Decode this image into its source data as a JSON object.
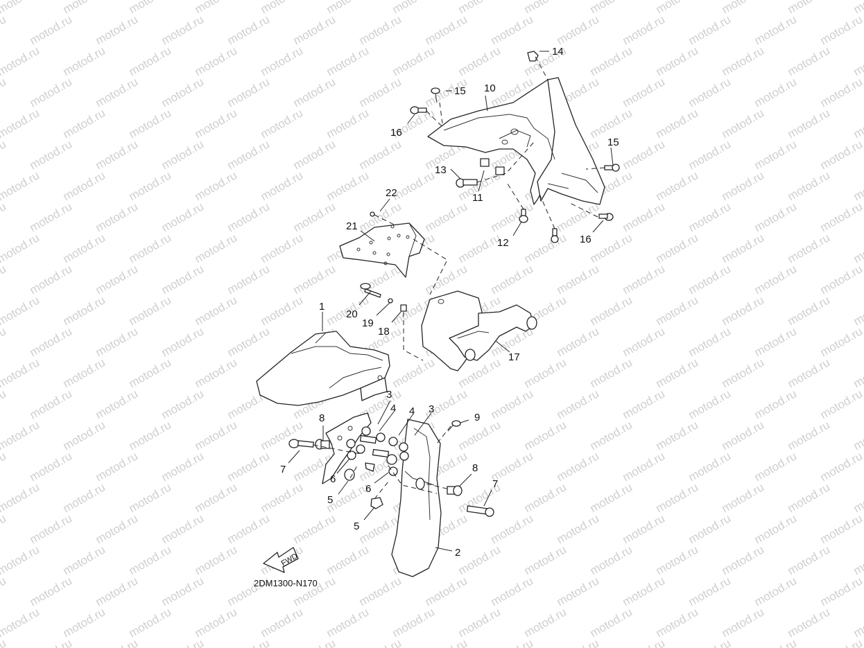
{
  "watermark": {
    "text": "motod.ru"
  },
  "diagram": {
    "code": "2DM1300-N170",
    "direction_arrow": "FWD",
    "callouts": [
      "1",
      "2",
      "3",
      "4",
      "5",
      "6",
      "7",
      "8",
      "9",
      "10",
      "11",
      "12",
      "13",
      "14",
      "15",
      "16",
      "17",
      "18",
      "19",
      "20",
      "21",
      "22"
    ]
  }
}
